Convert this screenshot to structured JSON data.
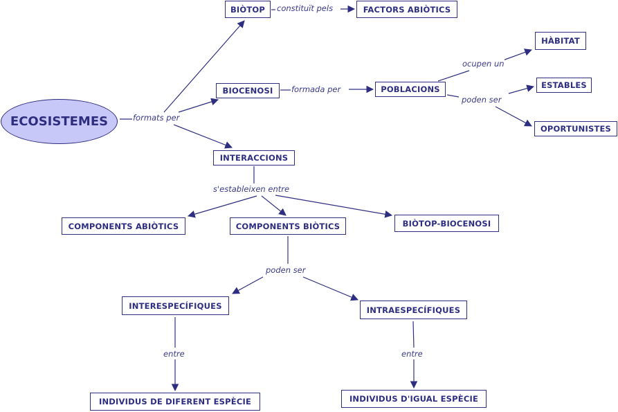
{
  "colors": {
    "ink": "#2e2e80",
    "root_fill": "#c8c8f8",
    "background": "#ffffff"
  },
  "root": {
    "label": "ECOSISTEMES"
  },
  "nodes": {
    "biotop": "BIÒTOP",
    "factors_abiotics": "FACTORS ABIÒTICS",
    "biocenosi": "BIOCENOSI",
    "poblacions": "POBLACIONS",
    "habitat": "HÀBITAT",
    "estables": "ESTABLES",
    "oportunistes": "OPORTUNISTES",
    "interaccions": "INTERACCIONS",
    "components_abiotics": "COMPONENTS ABIÒTICS",
    "components_biotics": "COMPONENTS BIÒTICS",
    "biotop_biocenosi": "BIÒTOP-BIOCENOSI",
    "interespecifiques": "INTERESPECÍFIQUES",
    "intraespecifiques": "INTRAESPECÍFIQUES",
    "individus_diferent": "INDIVIDUS DE DIFERENT ESPÈCIE",
    "individus_igual": "INDIVIDUS D'IGUAL ESPÈCIE"
  },
  "links": {
    "formats_per": "formats per",
    "constituit_pels": "constituït pels",
    "formada_per": "formada per",
    "ocupen_un": "ocupen un",
    "poden_ser_pob": "poden ser",
    "sestableixen_entre": "s'estableixen entre",
    "poden_ser_comp": "poden ser",
    "entre_inter": "entre",
    "entre_intra": "entre"
  }
}
